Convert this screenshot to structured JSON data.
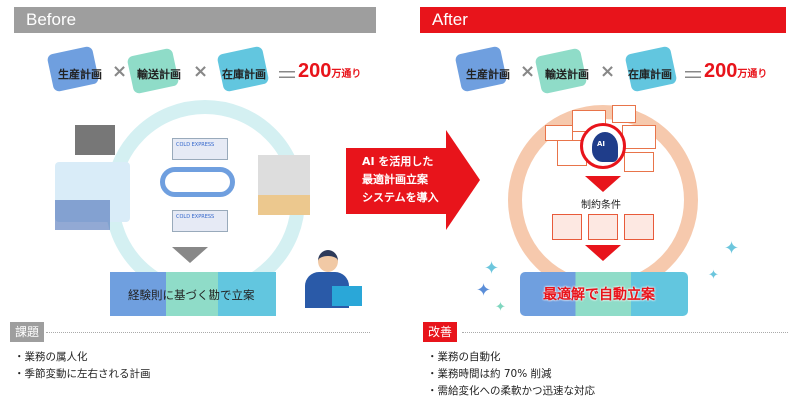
{
  "before": {
    "title": "Before",
    "formula": {
      "items": [
        "生産計画",
        "輸送計画",
        "在庫計画"
      ],
      "times": "×",
      "equals": "＝",
      "count": "200",
      "unit": "万通り"
    },
    "trucks": [
      "COLD EXPRESS",
      "COLD EXPRESS"
    ],
    "result": "経験則に基づく勘で立案",
    "issues_label": "課題",
    "issues": [
      "・業務の属人化",
      "・季節変動に左右される計画"
    ]
  },
  "arrow": {
    "lines": [
      "AI を活用した",
      "最適計画立案",
      "システムを導入"
    ]
  },
  "after": {
    "title": "After",
    "formula": {
      "items": [
        "生産計画",
        "輸送計画",
        "在庫計画"
      ],
      "times": "×",
      "equals": "＝",
      "count": "200",
      "unit": "万通り"
    },
    "ai_badge": "AI",
    "constraints": "制約条件",
    "result": "最適解で自動立案",
    "improvements_label": "改善",
    "improvements": [
      "・業務の自動化",
      "・業務時間は約 70% 削減",
      "・需給変化への柔軟かつ迅速な対応"
    ]
  },
  "colors": {
    "before": "#9e9e9e",
    "after": "#e8141b",
    "blue": "#6f9fdf",
    "mint": "#8fdcc8",
    "cyan": "#62c6df"
  }
}
